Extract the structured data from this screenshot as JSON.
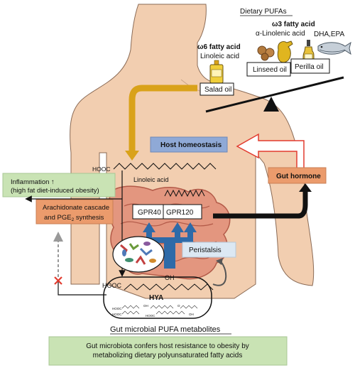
{
  "dietary_pufas": {
    "title": "Dietary PUFAs",
    "omega3_heading": "ω3 fatty acid",
    "alpha_linolenic": "α-Linolenic acid",
    "dha_epa": "DHA,EPA",
    "linseed_oil": "Linseed oil",
    "perilla_oil": "Perilla oil",
    "omega6_heading": "ω6 fatty acid",
    "linoleic_acid_small": "Linoleic acid",
    "salad_oil": "Salad oil"
  },
  "body_labels": {
    "host_homeostasis": "Host homeostasis",
    "hooc_top": "HOOC",
    "linoleic_acid": "Linoleic acid",
    "inflammation_line1": "Inflammation ↑",
    "inflammation_line2": "(high fat diet-induced obesity)",
    "arachidonate_line1": "Arachidonate cascade",
    "arachidonate_line2": "and PGE",
    "arachidonate_sub": "2",
    "arachidonate_tail": " synthesis",
    "gpr40": "GPR40",
    "gpr120": "GPR120",
    "peristalsis": "Peristalsis",
    "gut_hormone": "Gut hormone",
    "oh": "OH",
    "hooc_bottom": "HOOC",
    "hya": "HYA",
    "mini_hooc_1": "HOOC",
    "mini_hooc_2": "HOOC",
    "mini_hooc_3": "HOOC",
    "mini_oh_1": "OH",
    "mini_oh_2": "OH",
    "mini_o": "O"
  },
  "footer": {
    "metabolites_title": "Gut microbial PUFA metabolites",
    "summary_line1": "Gut microbiota confers host resistance to obesity by",
    "summary_line2": "metabolizing dietary polyunsaturated fatty acids"
  },
  "colors": {
    "skin": "#f2ceb0",
    "skin_stroke": "#8a6a55",
    "gold_arrow": "#d9a21a",
    "blue_box": "#8fa9d6",
    "orange_box": "#eb9b6c",
    "green_box": "#c9e3b4",
    "light_blue_box": "#dce8f3",
    "blue_arrow": "#2e6aa8",
    "red_arrow": "#e23a2e",
    "intestine": "#e3967f",
    "intestine_stroke": "#b35a48"
  }
}
